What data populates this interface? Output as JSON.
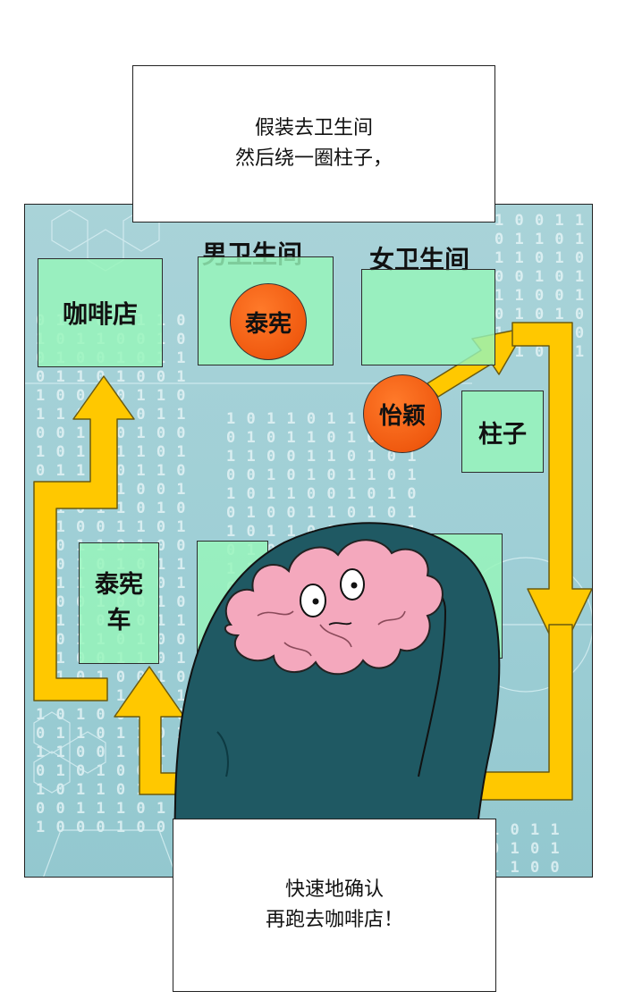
{
  "caption_top": {
    "line1": "假装去卫生间",
    "line2": "然后绕一圈柱子，"
  },
  "caption_bottom": {
    "line1": "快速地确认",
    "line2": "再跑去咖啡店！"
  },
  "map": {
    "cafe": "咖啡店",
    "mens_restroom": "男卫生间",
    "womens_restroom": "女卫生间",
    "pillar": "柱子",
    "car": "泰宪车"
  },
  "people": {
    "taixian": "泰宪",
    "yiying": "怡颖"
  },
  "colors": {
    "arrow": "#ffc800",
    "room": "#96f5b9",
    "person": "#f05a10",
    "head": "#1f5963",
    "brain": "#f4a8bd"
  }
}
